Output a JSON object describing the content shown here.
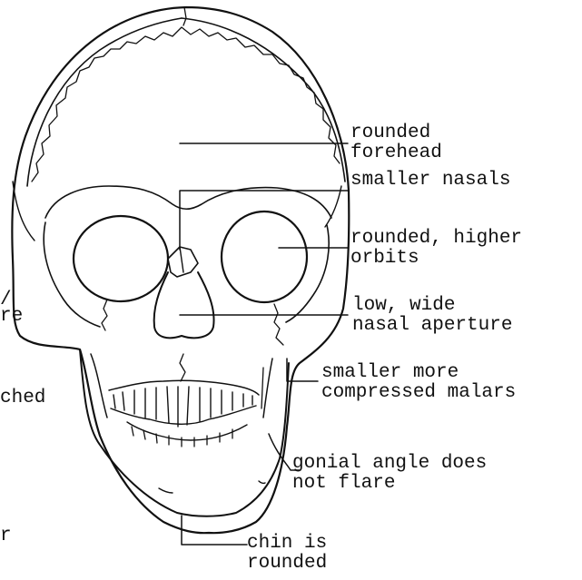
{
  "labels": {
    "forehead": [
      "rounded",
      "forehead"
    ],
    "nasals": "smaller nasals",
    "orbits": [
      "rounded, higher",
      "orbits"
    ],
    "aperture": [
      "low, wide",
      "nasal aperture"
    ],
    "malars": [
      "smaller more",
      "compressed malars"
    ],
    "gonial": [
      "gonial angle does",
      "not flare"
    ],
    "chin": [
      "chin is",
      "rounded"
    ],
    "left_cut": [
      "/",
      "re",
      "ched",
      "r"
    ]
  }
}
